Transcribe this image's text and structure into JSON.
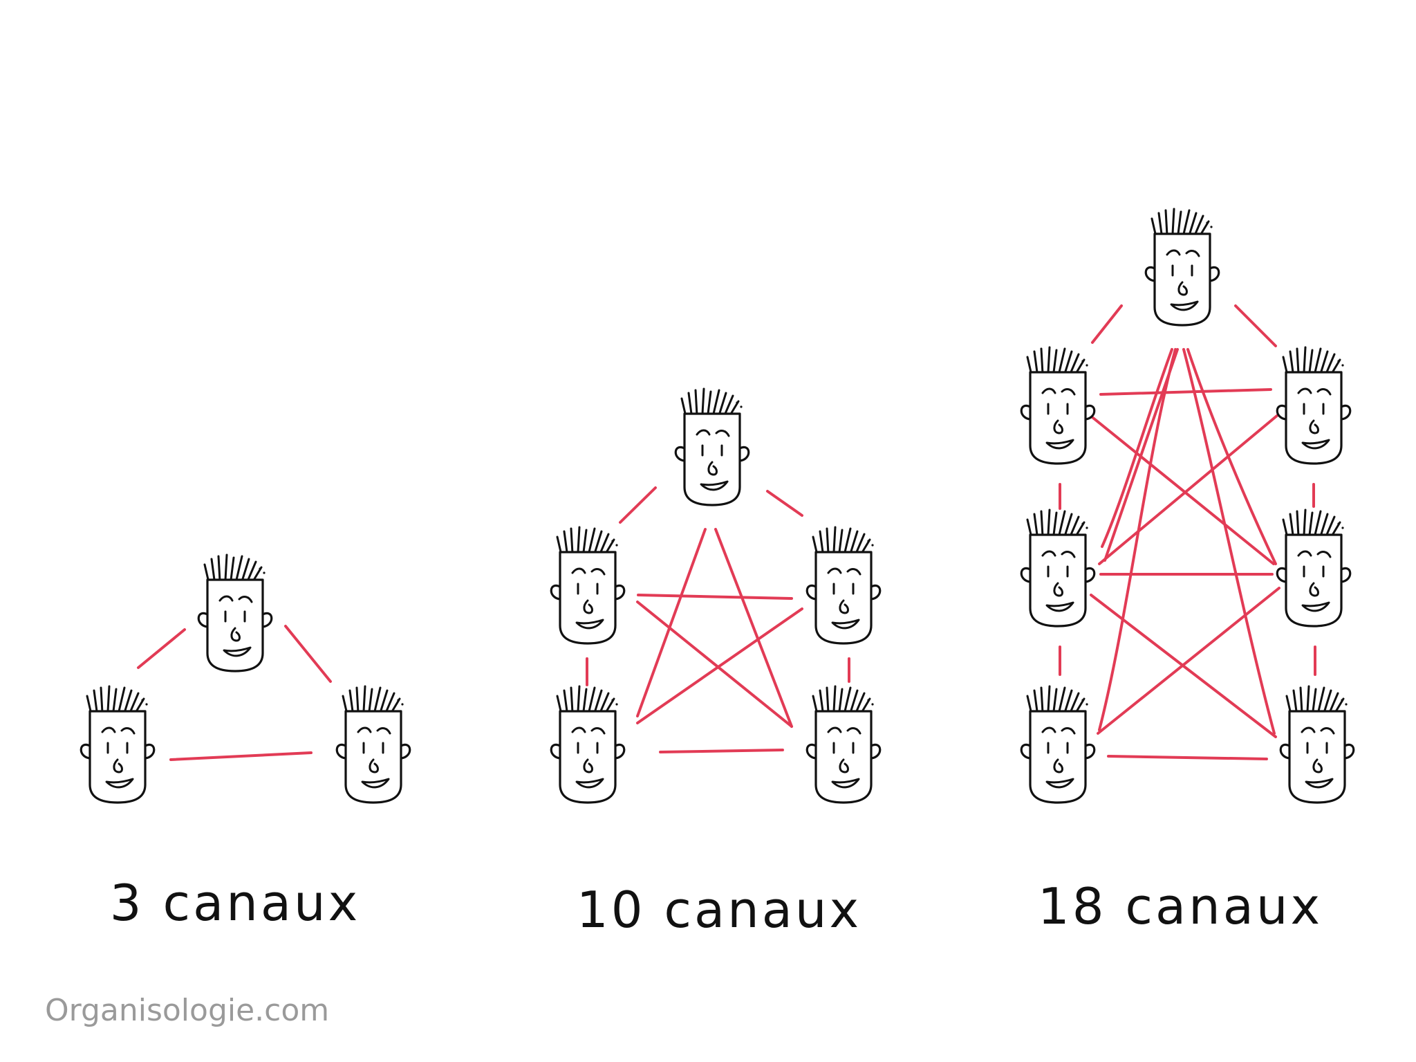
{
  "colors": {
    "link": "#e23b55",
    "ink": "#111111",
    "watermark": "#9a9a9a",
    "background": "#ffffff"
  },
  "icon": "smiling-person-head-icon",
  "groups": [
    {
      "id": "group-3",
      "label": "3 canaux",
      "people": 3
    },
    {
      "id": "group-10",
      "label": "10 canaux",
      "people": 5
    },
    {
      "id": "group-18",
      "label": "18 canaux",
      "people": 7
    }
  ],
  "watermark": "Organisologie.com"
}
